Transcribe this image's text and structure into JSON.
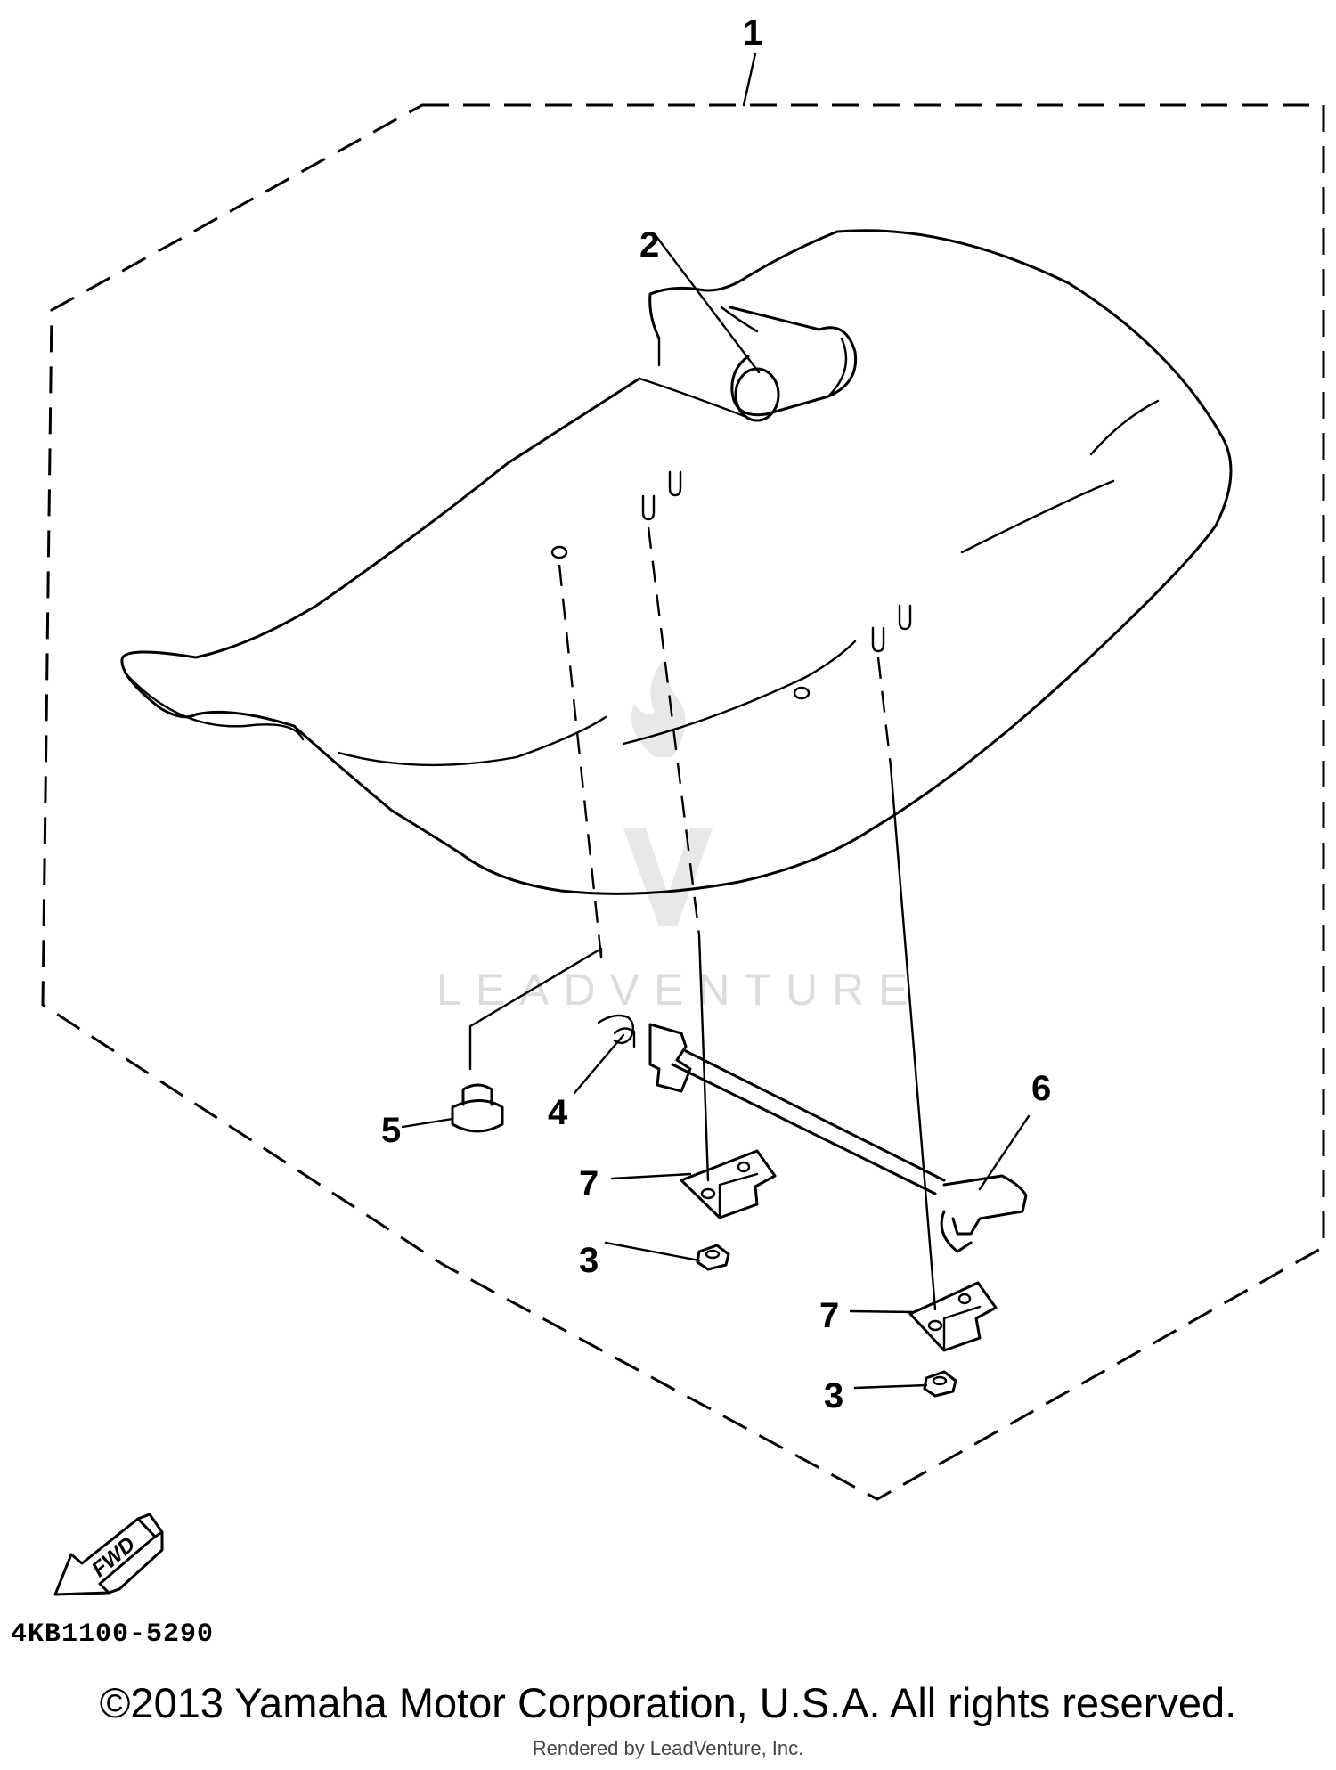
{
  "diagram": {
    "callouts": {
      "c1": "1",
      "c2": "2",
      "c3a": "3",
      "c3b": "3",
      "c4": "4",
      "c5": "5",
      "c6": "6",
      "c7a": "7",
      "c7b": "7"
    },
    "fwd_label": "FWD",
    "watermark": "LEADVENTURE"
  },
  "footer": {
    "part_number": "4KB1100-5290",
    "copyright": "©2013 Yamaha Motor Corporation, U.S.A. All rights reserved.",
    "rendered_by": "Rendered by LeadVenture, Inc."
  }
}
